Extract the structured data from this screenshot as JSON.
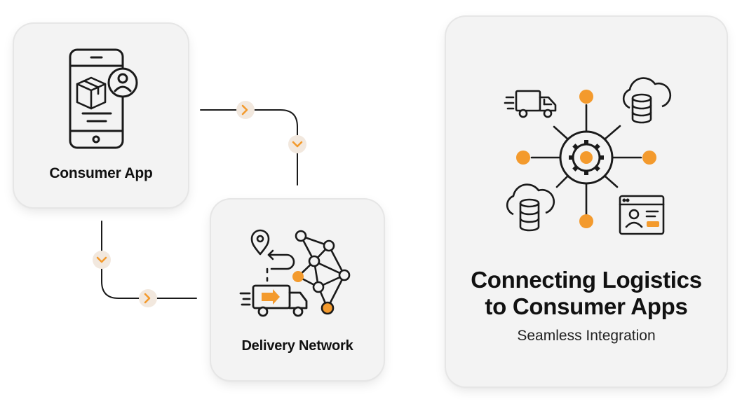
{
  "cards": {
    "consumer_app": {
      "label": "Consumer App"
    },
    "delivery_network": {
      "label": "Delivery Network"
    },
    "integration": {
      "title_line1": "Connecting Logistics",
      "title_line2": "to Consumer Apps",
      "subtitle": "Seamless Integration"
    }
  },
  "icons": {
    "consumer_app": [
      "smartphone-icon",
      "package-icon",
      "user-icon"
    ],
    "delivery_network": [
      "location-pin-icon",
      "route-arrow-icon",
      "delivery-truck-icon",
      "network-graph-icon"
    ],
    "integration": [
      "gear-icon",
      "delivery-truck-icon",
      "cloud-database-icon",
      "browser-profile-icon"
    ],
    "connectors": [
      "chevron-right-icon",
      "chevron-down-icon"
    ]
  },
  "colors": {
    "accent": "#F39A2D",
    "ink": "#1A1A1A",
    "card": "#F3F3F3",
    "badge": "#F2E8DE"
  }
}
